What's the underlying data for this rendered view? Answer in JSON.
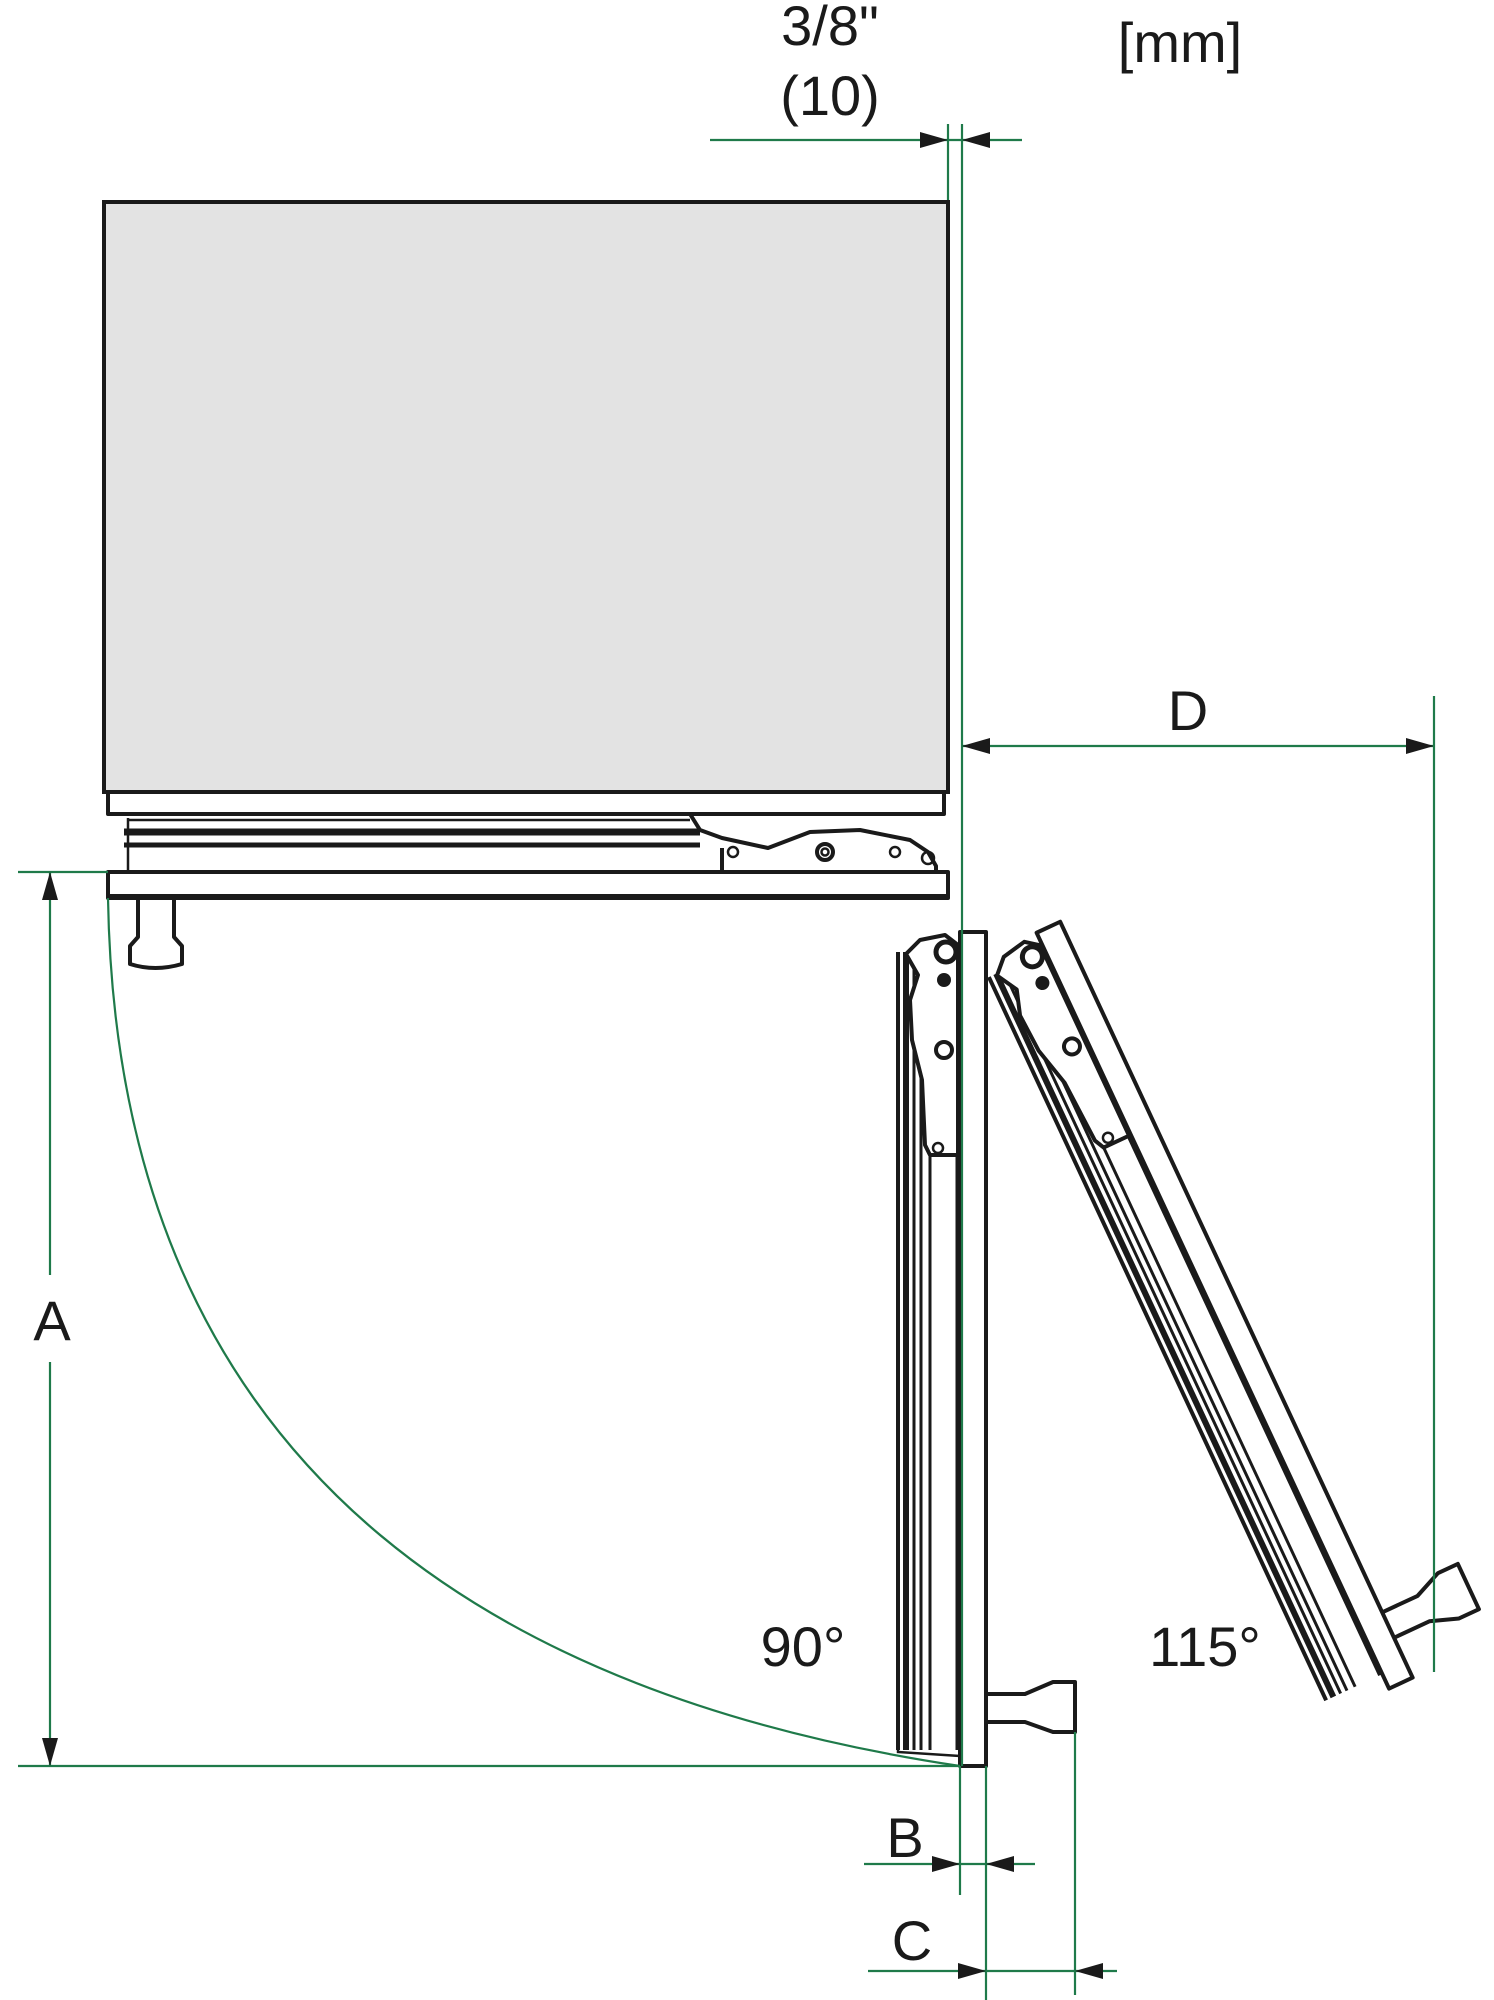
{
  "diagram": {
    "type": "door-swing-clearance",
    "units_label": "[mm]",
    "gap_dimension": {
      "imperial": "3/8\"",
      "metric": "(10)"
    },
    "dimensions": {
      "A": "A",
      "B": "B",
      "C": "C",
      "D": "D"
    },
    "angles": {
      "open_90": "90°",
      "open_115": "115°"
    },
    "colors": {
      "dimension_line": "#1f7a4a",
      "cabinet_fill": "#e3e3e3",
      "outline": "#1a1a1a"
    }
  }
}
